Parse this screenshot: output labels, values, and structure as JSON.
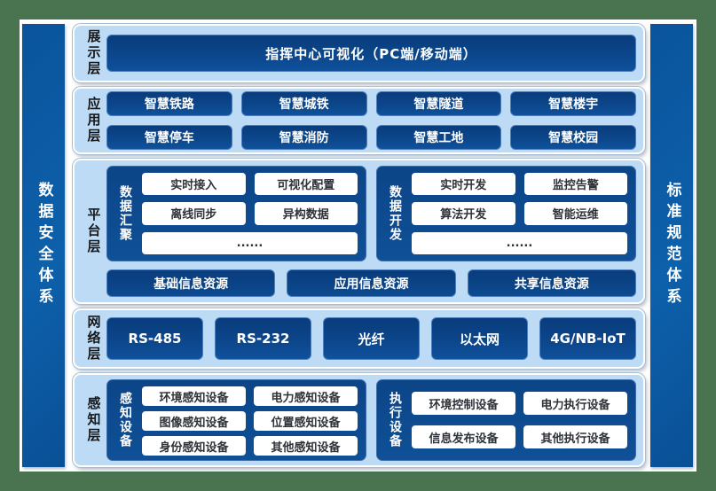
{
  "colors": {
    "outer_border_green": "#4a7350",
    "content_background": "#ffffff",
    "sidebar_blue": "#0d60ab",
    "panel_light_blue": "#bedbf5",
    "box_navy": "#0c478c",
    "white_box_text": "#2e3238"
  },
  "left_bar": {
    "label": "数据安全体系"
  },
  "right_bar": {
    "label": "标准规范体系"
  },
  "layers": {
    "display": {
      "label": "展示层",
      "box": "指挥中心可视化（PC端/移动端）"
    },
    "application": {
      "label": "应用层",
      "boxes": [
        "智慧铁路",
        "智慧城铁",
        "智慧隧道",
        "智慧楼宇",
        "智慧停车",
        "智慧消防",
        "智慧工地",
        "智慧校园"
      ]
    },
    "platform": {
      "label": "平台层",
      "aggregation": {
        "label": "数据汇聚",
        "items": [
          "实时接入",
          "可视化配置",
          "离线同步",
          "异构数据",
          "......"
        ]
      },
      "development": {
        "label": "数据开发",
        "items": [
          "实时开发",
          "监控告警",
          "算法开发",
          "智能运维",
          "......"
        ]
      },
      "resources": [
        "基础信息资源",
        "应用信息资源",
        "共享信息资源"
      ]
    },
    "network": {
      "label": "网络层",
      "boxes": [
        "RS-485",
        "RS-232",
        "光纤",
        "以太网",
        "4G/NB-IoT"
      ]
    },
    "perception": {
      "label": "感知层",
      "sensing": {
        "label": "感知设备",
        "items": [
          "环境感知设备",
          "电力感知设备",
          "图像感知设备",
          "位置感知设备",
          "身份感知设备",
          "其他感知设备"
        ]
      },
      "execution": {
        "label": "执行设备",
        "items": [
          "环境控制设备",
          "电力执行设备",
          "信息发布设备",
          "其他执行设备"
        ]
      }
    }
  }
}
